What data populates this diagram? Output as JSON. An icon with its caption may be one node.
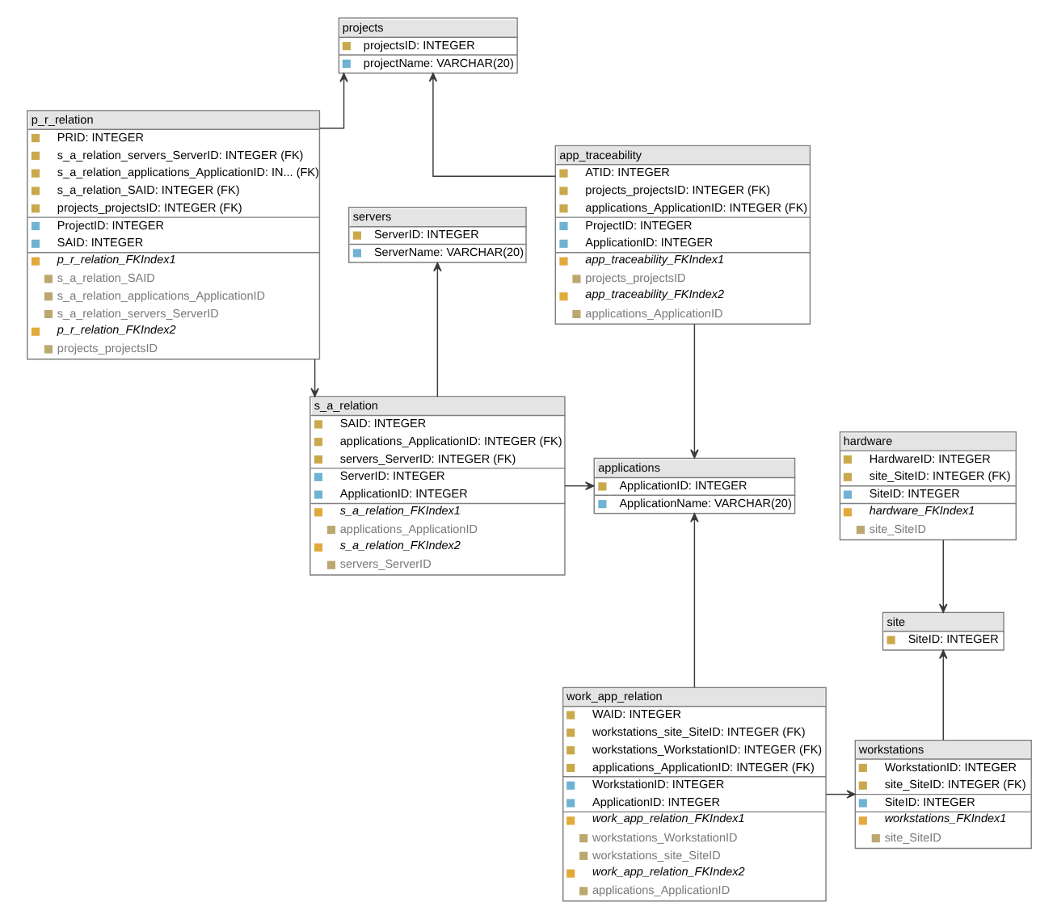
{
  "diagram": {
    "nodes": [
      {
        "text": [
          "projects",
          "projectsID: INTEGER",
          "projectName: VARCHAR(20)"
        ]
      },
      {
        "text": [
          "p_r_relation",
          "PRID: INTEGER",
          "s_a_relation_servers_ServerID: INTEGER (FK)",
          "s_a_relation_applications_ApplicationID: IN... (FK)",
          "s_a_relation_SAID: INTEGER (FK)",
          "projects_projectsID: INTEGER (FK)",
          "ProjectID: INTEGER",
          "SAID: INTEGER",
          "p_r_relation_FKIndex1",
          "s_a_relation_SAID",
          "s_a_relation_applications_ApplicationID",
          "s_a_relation_servers_ServerID",
          "p_r_relation_FKIndex2",
          "projects_projectsID"
        ]
      },
      {
        "text": [
          "app_traceability",
          "ATID: INTEGER",
          "projects_projectsID: INTEGER (FK)",
          "applications_ApplicationID: INTEGER (FK)",
          "ProjectID: INTEGER",
          "ApplicationID: INTEGER",
          "app_traceability_FKIndex1",
          "projects_projectsID",
          "app_traceability_FKIndex2",
          "applications_ApplicationID"
        ]
      },
      {
        "text": [
          "servers",
          "ServerID: INTEGER",
          "ServerName: VARCHAR(20)"
        ]
      },
      {
        "text": [
          "hardware",
          "HardwareID: INTEGER",
          "site_SiteID: INTEGER (FK)",
          "SiteID: INTEGER",
          "hardware_FKIndex1",
          "site_SiteID"
        ]
      },
      {
        "text": [
          "s_a_relation",
          "SAID: INTEGER",
          "applications_ApplicationID: INTEGER (FK)",
          "servers_ServerID: INTEGER (FK)",
          "ServerID: INTEGER",
          "ApplicationID: INTEGER",
          "s_a_relation_FKIndex1",
          "applications_ApplicationID",
          "s_a_relation_FKIndex2",
          "servers_ServerID"
        ]
      },
      {
        "text": [
          "applications",
          "ApplicationID: INTEGER",
          "ApplicationName: VARCHAR(20)"
        ]
      },
      {
        "text": [
          "site",
          "SiteID: INTEGER"
        ]
      },
      {
        "text": [
          "work_app_relation",
          "WAID: INTEGER",
          "workstations_site_SiteID: INTEGER (FK)",
          "workstations_WorkstationID: INTEGER (FK)",
          "applications_ApplicationID: INTEGER (FK)",
          "WorkstationID: INTEGER",
          "ApplicationID: INTEGER",
          "work_app_relation_FKIndex1",
          "workstations_WorkstationID",
          "workstations_site_SiteID",
          "work_app_relation_FKIndex2",
          "applications_ApplicationID"
        ]
      },
      {
        "text": [
          "workstations",
          "WorkstationID: INTEGER",
          "site_SiteID: INTEGER (FK)",
          "SiteID: INTEGER",
          "workstations_FKIndex1",
          "site_SiteID"
        ]
      }
    ],
    "edges": [
      {
        "from": 1,
        "to": 0,
        "arrow": "to"
      },
      {
        "from": 2,
        "to": 0,
        "arrow": "to"
      },
      {
        "from": 5,
        "to": 3,
        "arrow": "to"
      },
      {
        "from": 1,
        "to": 5,
        "arrow": "to"
      },
      {
        "from": 4,
        "to": 7,
        "arrow": "to"
      },
      {
        "from": 5,
        "to": 6,
        "arrow": "to"
      },
      {
        "from": 2,
        "to": 6,
        "arrow": "to"
      },
      {
        "from": 9,
        "to": 7,
        "arrow": "to"
      },
      {
        "from": 8,
        "to": 6,
        "arrow": "to"
      },
      {
        "from": 8,
        "to": 9,
        "arrow": "to"
      }
    ]
  }
}
